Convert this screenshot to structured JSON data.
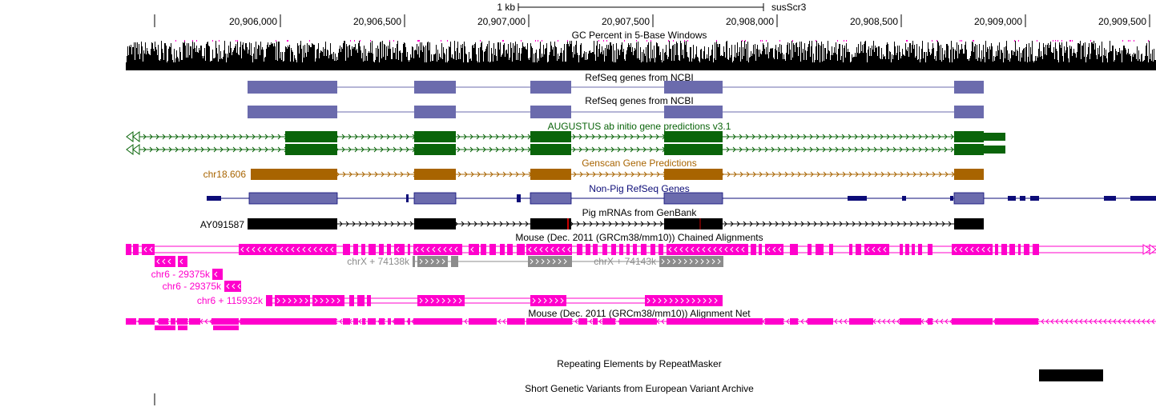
{
  "ruler": {
    "scale_label": "1 kb",
    "assembly": "susScr3",
    "positions": [
      "20,906,000",
      "20,906,500",
      "20,907,000",
      "20,907,500",
      "20,908,000",
      "20,908,500",
      "20,909,000",
      "20,909,500"
    ]
  },
  "tracks": {
    "gc": {
      "title": "GC Percent in 5-Base Windows"
    },
    "refseq1": {
      "title": "RefSeq genes from NCBI"
    },
    "refseq2": {
      "title": "RefSeq genes from NCBI"
    },
    "augustus": {
      "title": "AUGUSTUS ab initio gene predictions v3.1"
    },
    "genscan": {
      "title": "Genscan Gene Predictions",
      "item": "chr18.606"
    },
    "nonpig": {
      "title": "Non-Pig RefSeq Genes"
    },
    "mrna": {
      "title": "Pig mRNAs from GenBank",
      "item": "AY091587"
    },
    "chain": {
      "title": "Mouse (Dec. 2011 (GRCm38/mm10)) Chained Alignments",
      "labels": [
        "chrX + 74138k",
        "chrX + 74143k",
        "chr6 - 29375k",
        "chr6 - 29375k",
        "chr6 + 115932k"
      ]
    },
    "net": {
      "title": "Mouse (Dec. 2011 (GRCm38/mm10)) Alignment Net"
    },
    "rmsk": {
      "title": "Repeating Elements by RepeatMasker"
    },
    "eva": {
      "title": "Short Genetic Variants from European Variant Archive"
    }
  },
  "colors": {
    "refseq": "#6b6bad",
    "augustus": "#0a640a",
    "genscan": "#a86400",
    "nonpig": "#0c0c78",
    "chain": "#ff00cc",
    "chain_gray": "#8c8c8c",
    "black": "#000000"
  }
}
